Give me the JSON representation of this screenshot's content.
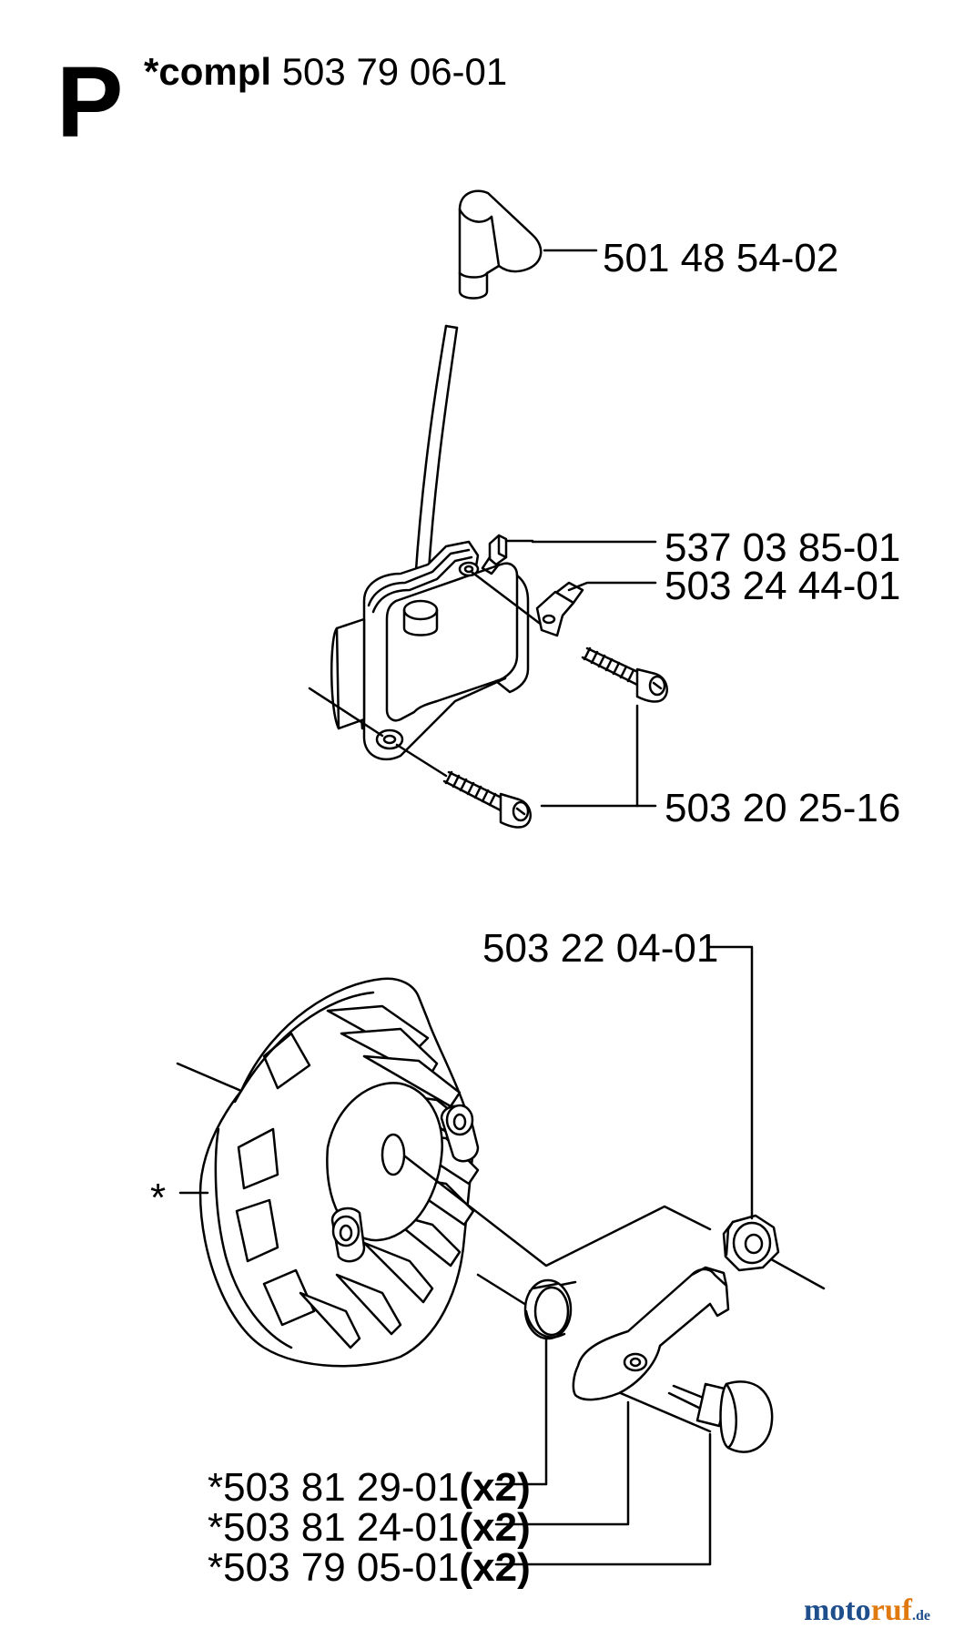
{
  "header": {
    "section_letter": "P",
    "kit_prefix": "*compl",
    "kit_number": "503 79 06-01"
  },
  "parts": {
    "spark_plug_cap": "501 48 54-02",
    "terminal": "537 03 85-01",
    "ground_clip": "503 24 44-01",
    "ignition_screws": "503 20 25-16",
    "flywheel_nut": "503 22 04-01",
    "flywheel_marker": "*",
    "spring": {
      "number": "*503 81 29-01",
      "qty": "(x2)"
    },
    "pawl": {
      "number": "*503 81 24-01",
      "qty": "(x2)"
    },
    "pivot_bolt": {
      "number": "*503 79 05-01",
      "qty": "(x2)"
    }
  },
  "watermark": {
    "part1": "moto",
    "part2": "ruf",
    "part3": ".de"
  }
}
